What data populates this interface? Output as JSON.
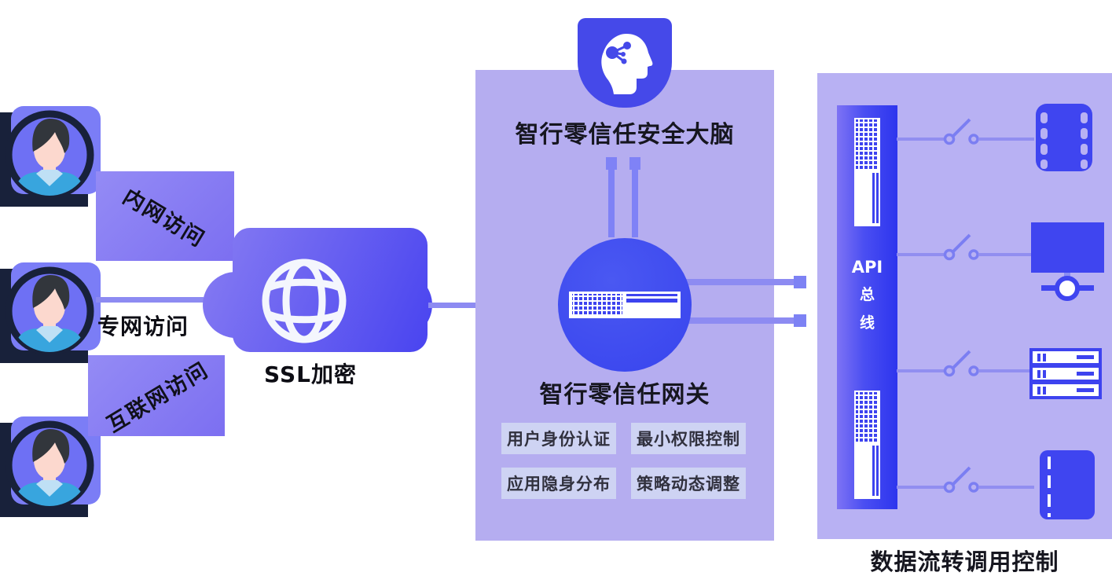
{
  "diagram": {
    "clients": [
      {
        "access_label": "内网访问"
      },
      {
        "access_label": "专网访问"
      },
      {
        "access_label": "互联网访问"
      }
    ],
    "ssl_label": "SSL加密",
    "brain": {
      "title": "智行零信任安全大脑"
    },
    "gateway": {
      "title": "智行零信任网关",
      "features": [
        "用户身份认证",
        "最小权限控制",
        "应用隐身分布",
        "策略动态调整"
      ]
    },
    "api_bus": {
      "line1": "API",
      "line2": "总",
      "line3": "线"
    },
    "data_flow_label": "数据流转调用控制",
    "colors": {
      "accent_blue": "#3f45f0",
      "panel_purple": "#b5adf0",
      "tag_purple": "#867cf2",
      "connector_purple": "#8d8bf2",
      "dark_navy": "#18213a",
      "feature_box_fill": "#ced3f3"
    }
  }
}
